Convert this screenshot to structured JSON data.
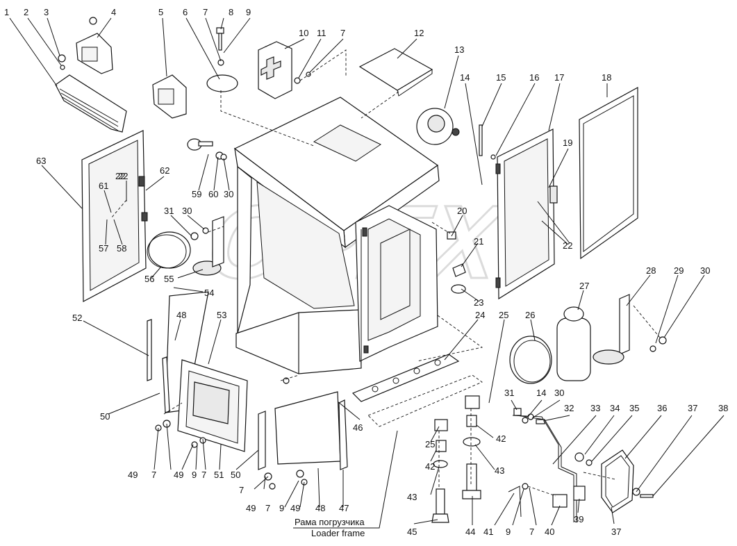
{
  "callouts": [
    "1",
    "2",
    "3",
    "4",
    "5",
    "6",
    "7",
    "8",
    "9",
    "10",
    "11",
    "7",
    "12",
    "13",
    "14",
    "15",
    "16",
    "17",
    "18",
    "19",
    "22",
    "62",
    "61",
    "22",
    "63",
    "57",
    "58",
    "31",
    "30",
    "59",
    "60",
    "30",
    "56",
    "55",
    "54",
    "20",
    "21",
    "23",
    "22",
    "28",
    "29",
    "30",
    "27",
    "26",
    "25",
    "24",
    "52",
    "48",
    "53",
    "50",
    "49",
    "7",
    "49",
    "9",
    "7",
    "51",
    "50",
    "46",
    "7",
    "49",
    "7",
    "9",
    "49",
    "48",
    "47",
    "25",
    "42",
    "43",
    "45",
    "42",
    "43",
    "44",
    "31",
    "14",
    "30",
    "32",
    "33",
    "34",
    "35",
    "36",
    "37",
    "38",
    "41",
    "9",
    "7",
    "40",
    "39",
    "37"
  ],
  "frame_label_ru": "Рама погрузчика",
  "frame_label_en": "Loader frame",
  "watermark": "OPEX",
  "colors": {
    "line": "#111111",
    "watermark": "#9a9a9a",
    "background": "#ffffff"
  }
}
